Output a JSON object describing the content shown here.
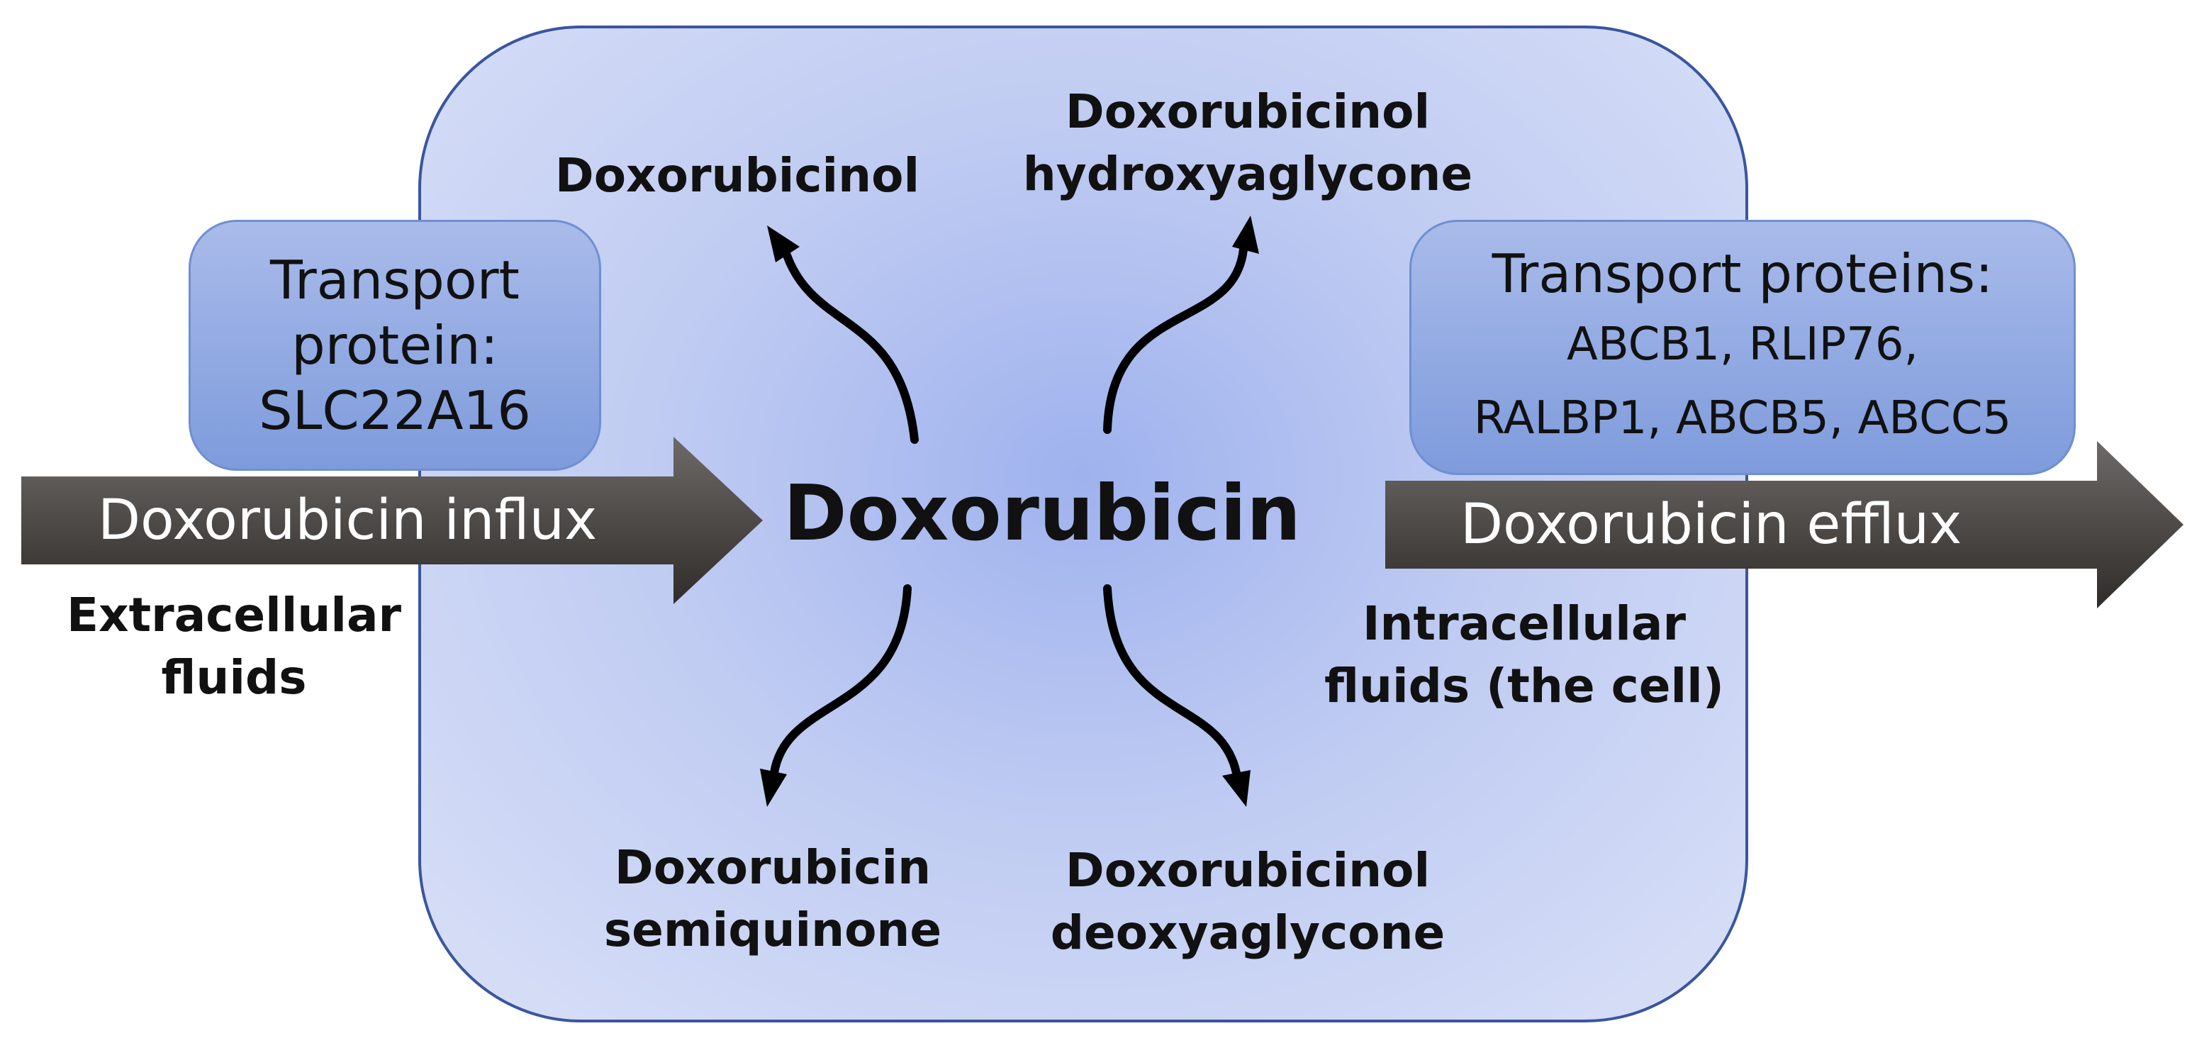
{
  "center": "Doxorubicin",
  "influx": {
    "label": "Doxorubicin  influx",
    "transport_lines": [
      "Transport",
      "protein:",
      "SLC22A16"
    ]
  },
  "efflux": {
    "label": "Doxorubicin  efflux",
    "transport_heading": "Transport proteins:",
    "transport_lines": [
      "ABCB1, RLIP76,",
      "RALBP1, ABCB5, ABCC5"
    ]
  },
  "metabolites": {
    "top_left": [
      "Doxorubicinol"
    ],
    "top_right": [
      "Doxorubicinol",
      "hydroxyaglycone"
    ],
    "bottom_left": [
      "Doxorubicin",
      "semiquinone"
    ],
    "bottom_right": [
      "Doxorubicinol",
      "deoxyaglycone"
    ]
  },
  "regions": {
    "extracellular": [
      "Extracellular",
      "fluids"
    ],
    "intracellular": [
      "Intracellular",
      "fluids (the cell)"
    ]
  },
  "colors": {
    "cell_fill": "#bfcbf2",
    "cell_border": "#3a55a0",
    "transport_box": "#8fa6e0",
    "flow_arrow": "#4e4a48"
  }
}
